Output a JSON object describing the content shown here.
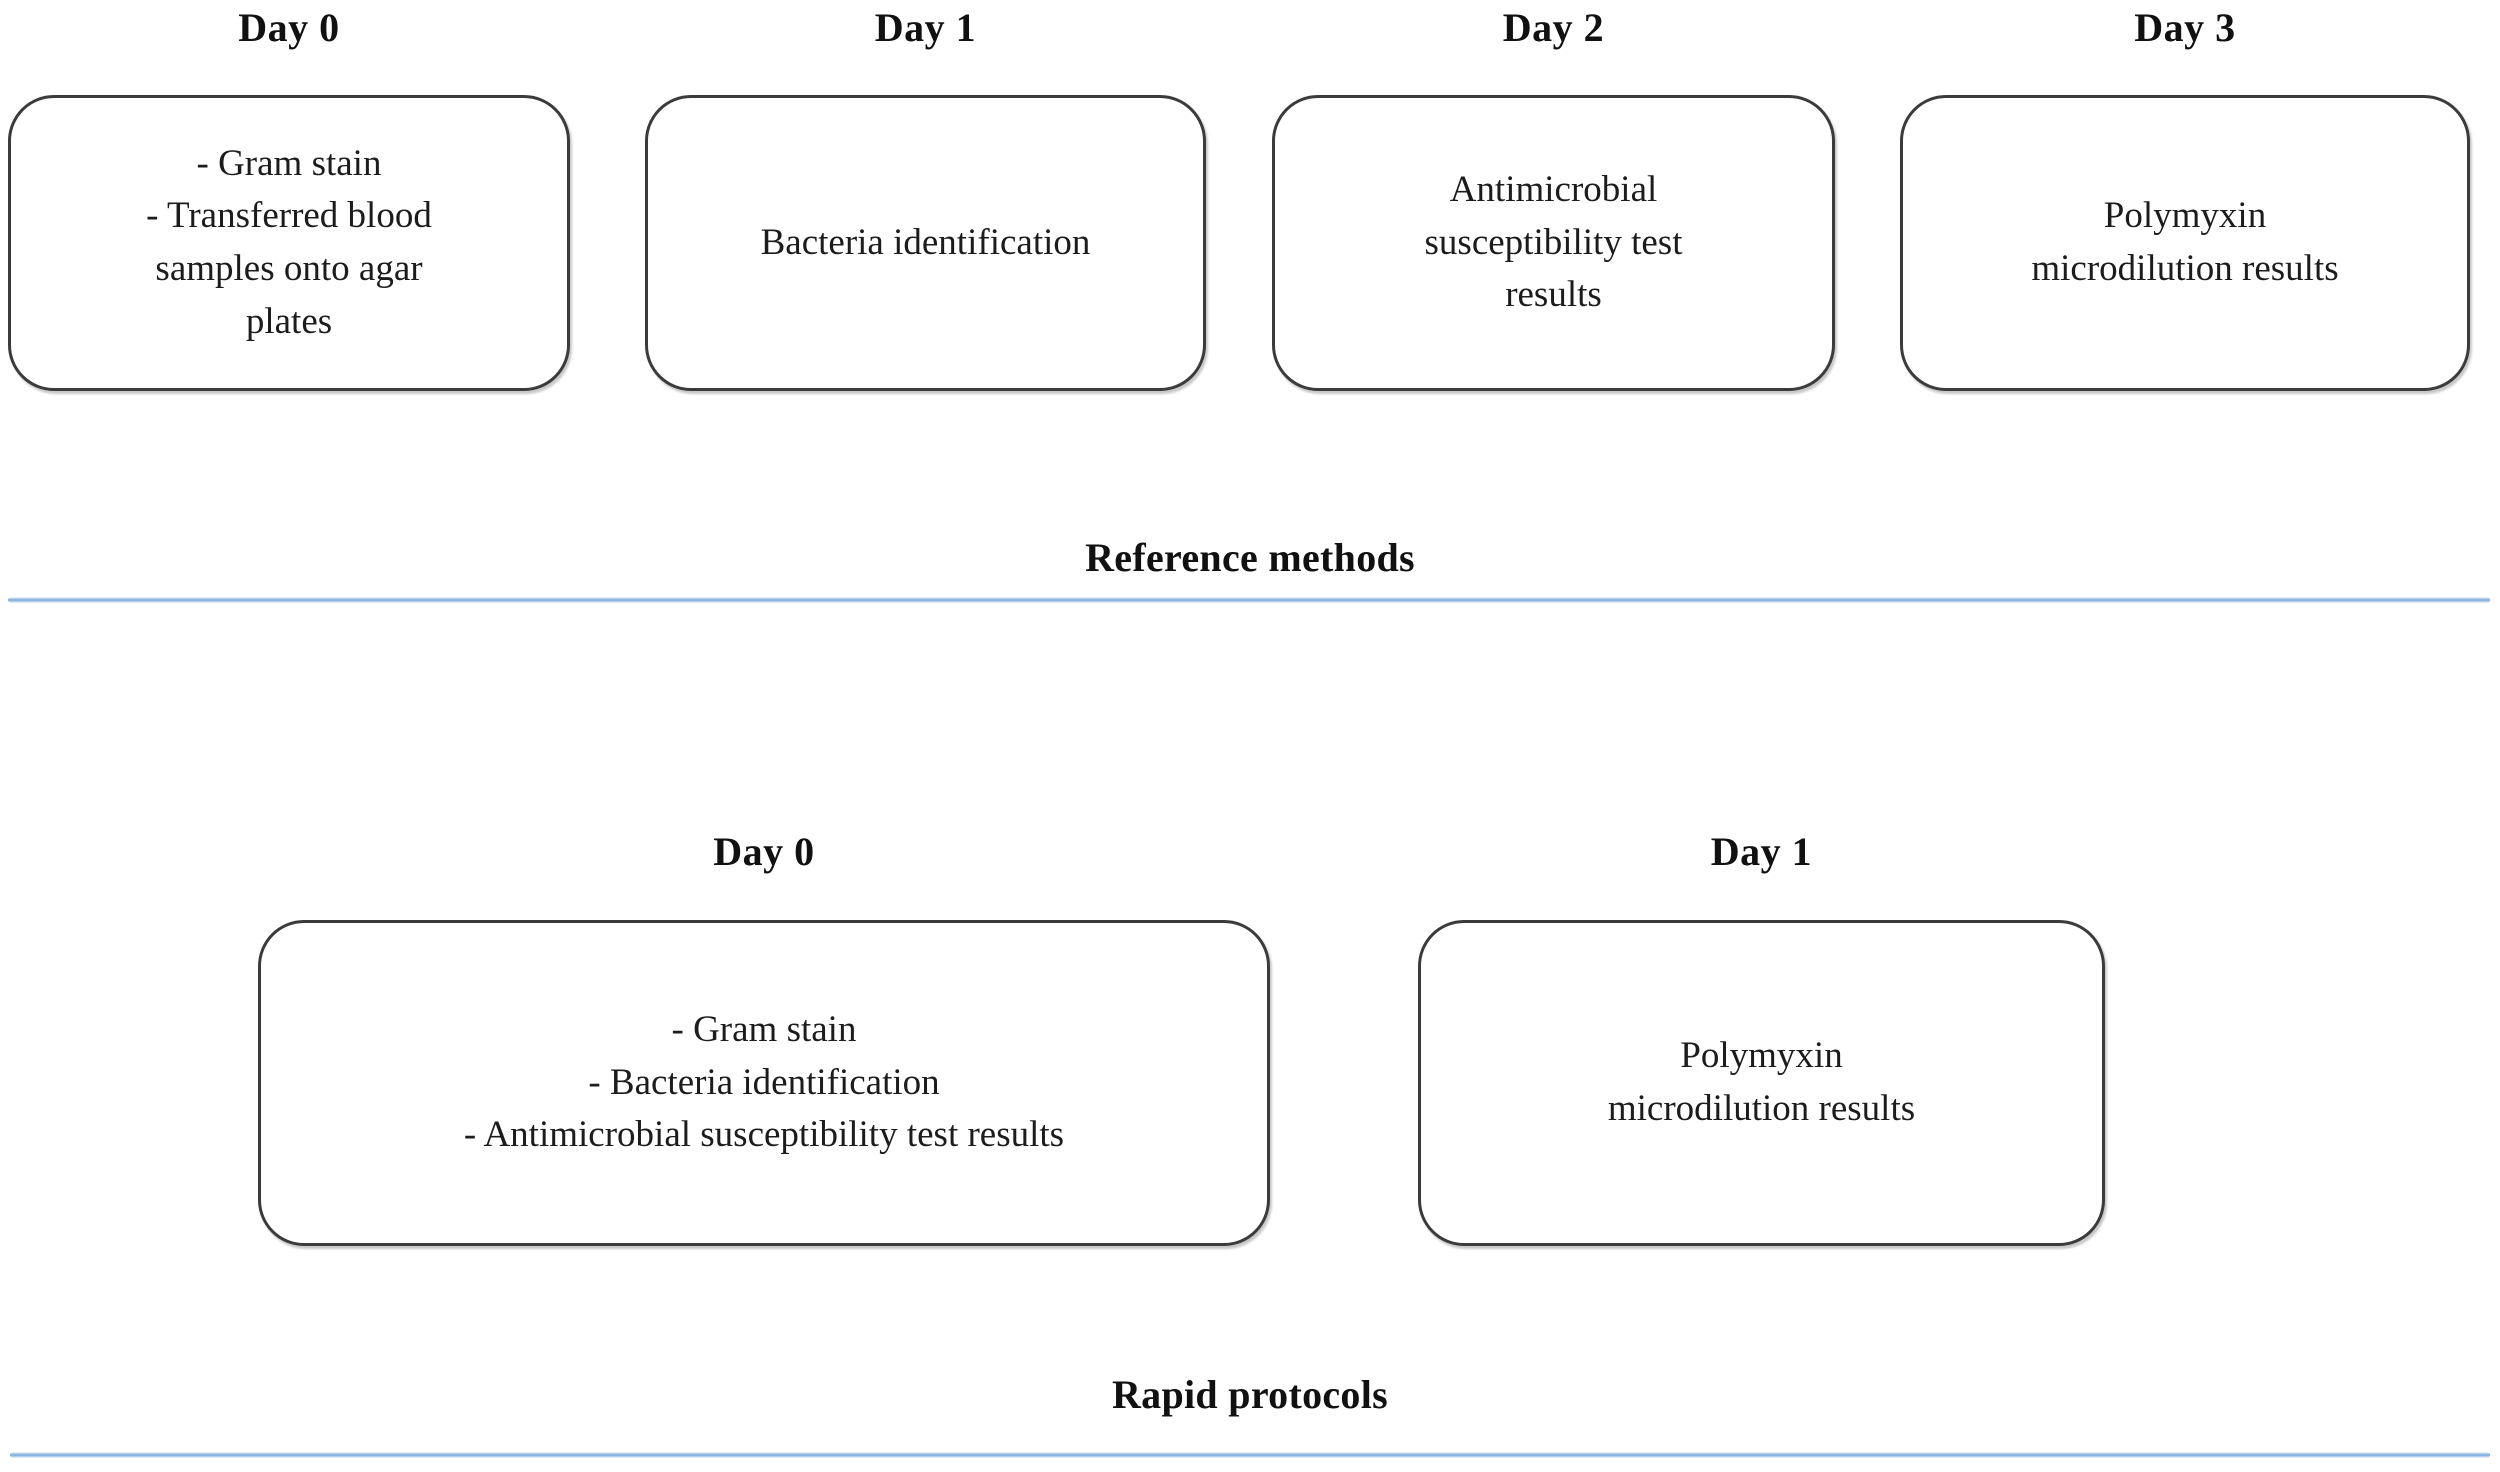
{
  "figure": {
    "accent_line_color": "#8fb7e0",
    "box_border_color": "#3b3b3b",
    "text_color": "#1c1c1c"
  },
  "reference_section": {
    "caption": "Reference methods",
    "steps": [
      {
        "day_label": "Day 0",
        "body": "- Gram stain\n- Transferred blood\nsamples onto agar\nplates"
      },
      {
        "day_label": "Day 1",
        "body": "Bacteria identification"
      },
      {
        "day_label": "Day 2",
        "body": "Antimicrobial\nsusceptibility test\nresults"
      },
      {
        "day_label": "Day 3",
        "body": "Polymyxin\nmicrodilution results"
      }
    ]
  },
  "rapid_section": {
    "caption": "Rapid protocols",
    "steps": [
      {
        "day_label": "Day 0",
        "body": "- Gram stain\n- Bacteria identification\n- Antimicrobial susceptibility test results"
      },
      {
        "day_label": "Day 1",
        "body": "Polymyxin\nmicrodilution results"
      }
    ]
  }
}
